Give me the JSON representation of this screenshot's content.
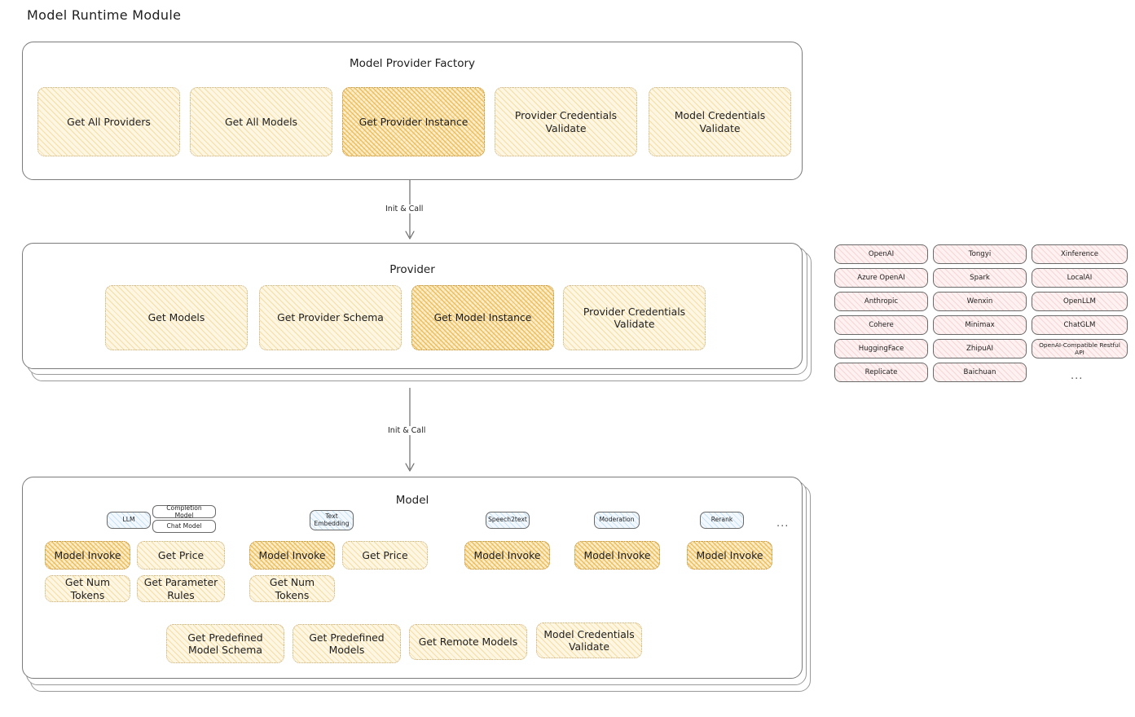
{
  "page": {
    "title": "Model Runtime Module"
  },
  "factory": {
    "title": "Model Provider Factory",
    "nodes": [
      {
        "label": "Get All Providers",
        "highlight": false
      },
      {
        "label": "Get All Models",
        "highlight": false
      },
      {
        "label": "Get Provider Instance",
        "highlight": true
      },
      {
        "label": "Provider Credentials Validate",
        "highlight": false
      },
      {
        "label": "Model Credentials Validate",
        "highlight": false
      }
    ]
  },
  "arrows": [
    {
      "label": "Init & Call",
      "from": "Model Provider Factory",
      "to": "Provider"
    },
    {
      "label": "Init & Call",
      "from": "Provider",
      "to": "Model"
    }
  ],
  "provider": {
    "title": "Provider",
    "nodes": [
      {
        "label": "Get Models",
        "highlight": false
      },
      {
        "label": "Get Provider Schema",
        "highlight": false
      },
      {
        "label": "Get Model Instance",
        "highlight": true
      },
      {
        "label": "Provider Credentials Validate",
        "highlight": false
      }
    ]
  },
  "provider_list": {
    "columns": [
      [
        "OpenAI",
        "Azure OpenAI",
        "Anthropic",
        "Cohere",
        "HuggingFace",
        "Replicate"
      ],
      [
        "Tongyi",
        "Spark",
        "Wenxin",
        "Minimax",
        "ZhipuAI",
        "Baichuan"
      ],
      [
        "Xinference",
        "LocalAI",
        "OpenLLM",
        "ChatGLM",
        "OpenAI-Compatible Restful API"
      ]
    ],
    "more": "..."
  },
  "model": {
    "title": "Model",
    "more": "...",
    "types": [
      {
        "name": "LLM",
        "sub_labels": [
          "Completion Model",
          "Chat Model"
        ],
        "methods": [
          {
            "label": "Model Invoke",
            "highlight": true
          },
          {
            "label": "Get Price",
            "highlight": false
          },
          {
            "label": "Get Num Tokens",
            "highlight": false
          },
          {
            "label": "Get Parameter Rules",
            "highlight": false
          }
        ]
      },
      {
        "name": "Text Embedding",
        "sub_labels": [],
        "methods": [
          {
            "label": "Model Invoke",
            "highlight": true
          },
          {
            "label": "Get Price",
            "highlight": false
          },
          {
            "label": "Get Num Tokens",
            "highlight": false
          }
        ]
      },
      {
        "name": "Speech2text",
        "sub_labels": [],
        "methods": [
          {
            "label": "Model Invoke",
            "highlight": true
          }
        ]
      },
      {
        "name": "Moderation",
        "sub_labels": [],
        "methods": [
          {
            "label": "Model Invoke",
            "highlight": true
          }
        ]
      },
      {
        "name": "Rerank",
        "sub_labels": [],
        "methods": [
          {
            "label": "Model Invoke",
            "highlight": true
          }
        ]
      }
    ],
    "shared_methods": [
      "Get Predefined Model Schema",
      "Get Predefined Models",
      "Get Remote Models",
      "Model Credentials Validate"
    ]
  },
  "colors": {
    "node_yellow_fill": "#fdf6e3",
    "node_yellow_stroke": "#c9ae7a",
    "node_yellow_highlight_fill": "#fbeccb",
    "node_pink_fill": "#fdf1f1",
    "node_blue_fill": "#f2f8fd",
    "container_stroke": "#7b7b7b",
    "text": "#1e1e1e",
    "background": "#ffffff"
  }
}
